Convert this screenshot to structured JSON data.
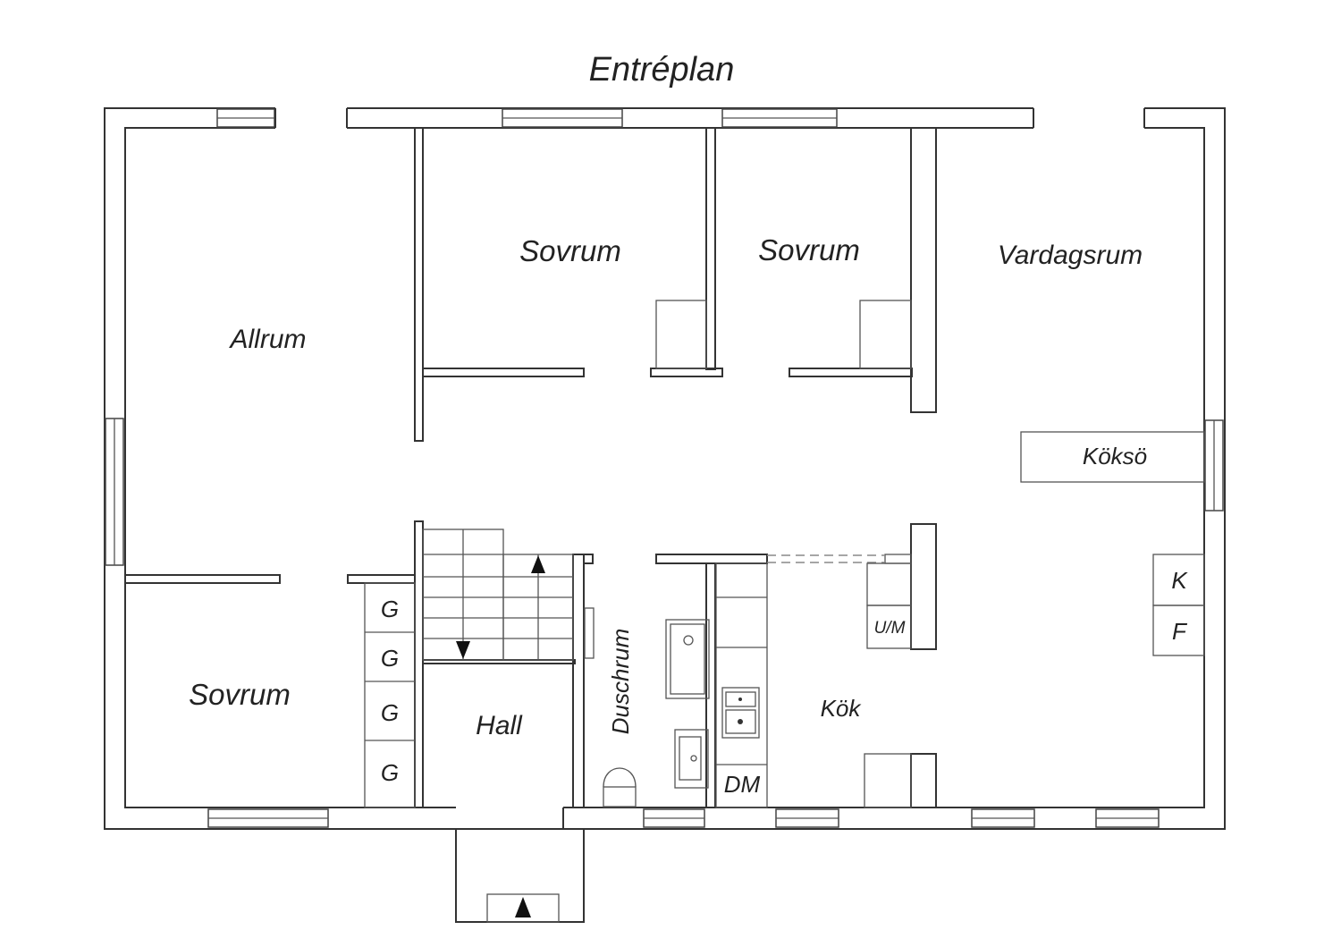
{
  "title": "Entréplan",
  "rooms": {
    "allrum": "Allrum",
    "sovrum_1": "Sovrum",
    "sovrum_2": "Sovrum",
    "sovrum_3": "Sovrum",
    "vardagsrum": "Vardagsrum",
    "kokso": "Köksö",
    "hall": "Hall",
    "duschrum": "Duschrum",
    "kok": "Kök"
  },
  "fixtures": {
    "wardrobe_1": "G",
    "wardrobe_2": "G",
    "wardrobe_3": "G",
    "wardrobe_4": "G",
    "oven_micro": "U/M",
    "dishwasher": "DM",
    "fridge": "K",
    "freezer": "F"
  }
}
